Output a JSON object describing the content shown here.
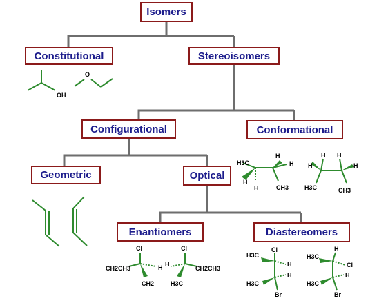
{
  "nodes": {
    "isomers": "Isomers",
    "constitutional": "Constitutional",
    "stereoisomers": "Stereoisomers",
    "configurational": "Configurational",
    "conformational": "Conformational",
    "geometric": "Geometric",
    "optical": "Optical",
    "enantiomers": "Enantiomers",
    "diastereomers": "Diastereomers"
  },
  "colors": {
    "box_border": "#8b1a1a",
    "box_text": "#1c1c8c",
    "connector": "#6e6e6e",
    "bond": "#2e8b2e",
    "wedge": "#2e8b2e",
    "atom_text": "#000000"
  },
  "structures": {
    "constitutional_labels": {
      "oh": "OH",
      "o": "O"
    },
    "conformational_labels": {
      "h": "H",
      "h3c": "H3C",
      "ch3": "CH3"
    },
    "enantiomer_labels": {
      "cl": "Cl",
      "h": "H",
      "ch2ch3": "CH2CH3",
      "ch2": "CH2",
      "h3c": "H3C"
    },
    "diastereomer_labels": {
      "cl": "Cl",
      "h": "H",
      "h3c": "H3C",
      "br": "Br"
    }
  }
}
